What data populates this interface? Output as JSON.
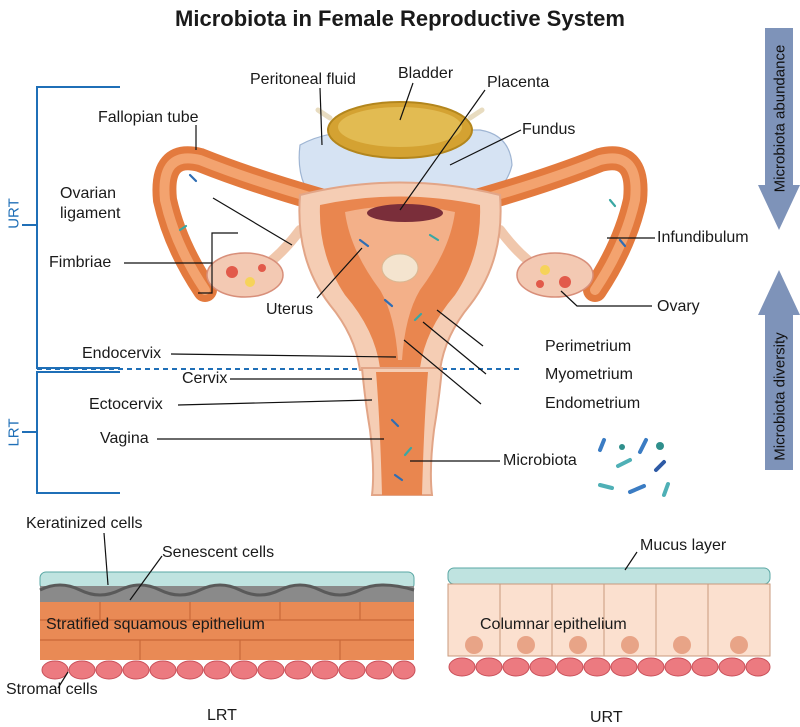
{
  "title": "Microbiota in Female Reproductive System",
  "side": {
    "urt": "URT",
    "lrt": "LRT"
  },
  "arrows": {
    "abundance": "Microbiota abundance",
    "diversity": "Microbiota diversity"
  },
  "labels": {
    "peritoneal_fluid": "Peritoneal fluid",
    "bladder": "Bladder",
    "placenta": "Placenta",
    "fundus": "Fundus",
    "fallopian_tube": "Fallopian tube",
    "ovarian_ligament_1": "Ovarian",
    "ovarian_ligament_2": "ligament",
    "fimbriae": "Fimbriae",
    "uterus": "Uterus",
    "infundibulum": "Infundibulum",
    "ovary": "Ovary",
    "perimetrium": "Perimetrium",
    "endocervix": "Endocervix",
    "myometrium": "Myometrium",
    "cervix": "Cervix",
    "endometrium": "Endometrium",
    "ectocervix": "Ectocervix",
    "vagina": "Vagina",
    "microbiota": "Microbiota"
  },
  "tissue": {
    "keratinized": "Keratinized cells",
    "senescent": "Senescent cells",
    "squamous": "Stratified squamous epithelium",
    "stromal": "Stromal cells",
    "lrt_caption": "LRT",
    "mucus": "Mucus layer",
    "columnar": "Columnar epithelium",
    "urt_caption": "URT"
  },
  "colors": {
    "bracket": "#1f6fb7",
    "arrow": "#7e93b9",
    "tissue_orange": "#e9864f",
    "uterus_pink": "#f5cdb4",
    "bladder_gold": "#d4a232",
    "mucus": "#bfe3e0",
    "stromal_red": "#ec7a80",
    "columnar_cell": "#fbe0cf"
  }
}
